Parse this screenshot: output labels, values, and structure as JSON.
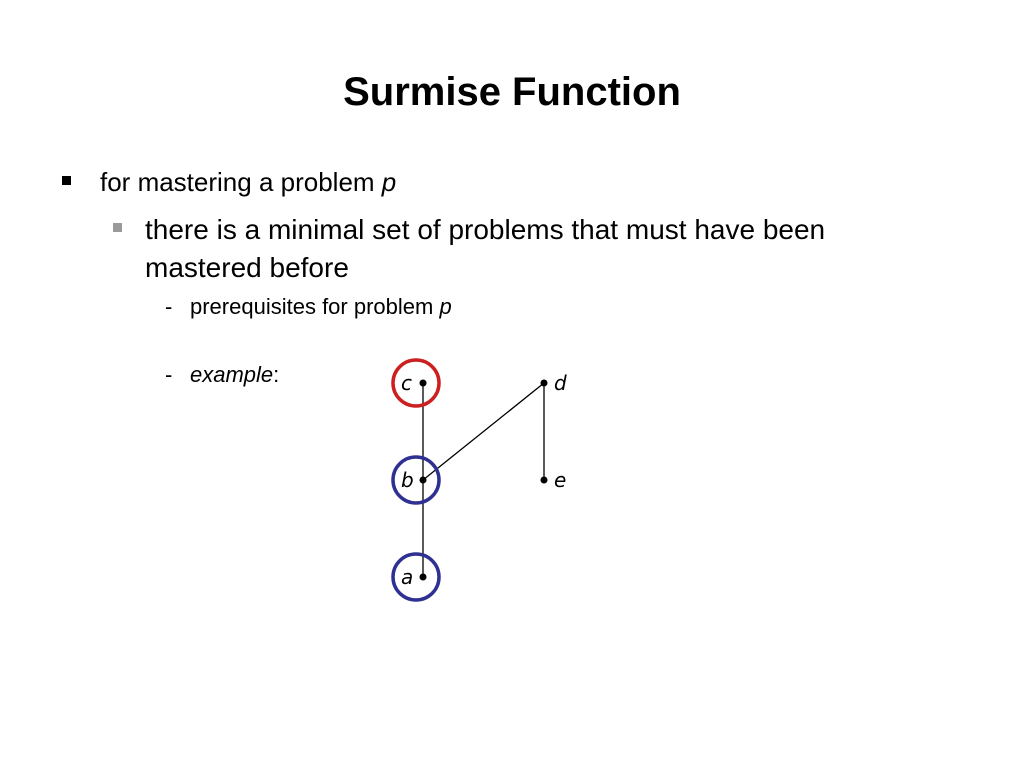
{
  "title": "Surmise Function",
  "bullets": {
    "level1": {
      "text": "for mastering a problem ",
      "italic": "p"
    },
    "level2": {
      "text": "there is a minimal set of problems that must have been mastered before"
    },
    "level3": [
      {
        "dash": "-",
        "text": "prerequisites for problem ",
        "italic": "p"
      },
      {
        "dash": "-",
        "italic": "example",
        "text": ":"
      }
    ]
  },
  "diagram": {
    "nodes": [
      {
        "id": "c",
        "label": "c",
        "circled": true,
        "circle_color": "#cc1f1f"
      },
      {
        "id": "b",
        "label": "b",
        "circled": true,
        "circle_color": "#2e3191"
      },
      {
        "id": "a",
        "label": "a",
        "circled": true,
        "circle_color": "#2e3191"
      },
      {
        "id": "d",
        "label": "d",
        "circled": false
      },
      {
        "id": "e",
        "label": "e",
        "circled": false
      }
    ],
    "edges": [
      [
        "c",
        "b"
      ],
      [
        "b",
        "a"
      ],
      [
        "b",
        "d"
      ],
      [
        "d",
        "e"
      ]
    ]
  }
}
